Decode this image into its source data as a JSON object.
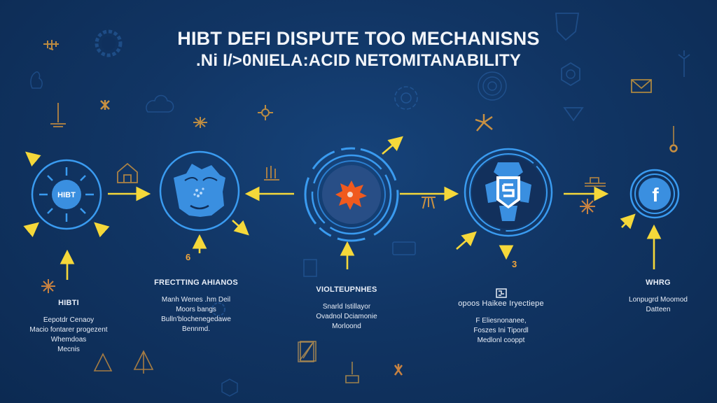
{
  "title": {
    "line1": "HIBT DEFI DISPUTE TOO MECHANISNS",
    "line2": ".Ni I/>0NIELA:ACID NETOMITANABILITY"
  },
  "colors": {
    "background": "#113564",
    "ring_blue": "#3a9bf0",
    "node_fill": "#3a8fe0",
    "arrow_yellow": "#f5d83a",
    "accent_orange": "#f0a53c",
    "alert_orange": "#f05a1e",
    "text": "#e8eef8"
  },
  "nodes": [
    {
      "id": "node-1",
      "icon": "sun-badge-icon",
      "badge_text": "HIBT",
      "heading": "HIBTI",
      "lines": [
        "Eepotdr Cenaoy",
        "Macio fontarer progezent",
        "Whemdoas",
        "Mecnis"
      ]
    },
    {
      "id": "node-2",
      "icon": "shield-face-icon",
      "number": "6",
      "heading": "FRECTTING AHIANOS",
      "lines": [
        "Manh Wenes .hm Deil",
        "Moors bangs",
        "Bulln'blochenegedawe",
        "Bennmd."
      ]
    },
    {
      "id": "node-3",
      "icon": "alert-burst-icon",
      "heading": "VIOLTEUPNHES",
      "lines": [
        "Snarld Istillayor",
        "Ovadnol Dciamonie",
        "Morloond"
      ]
    },
    {
      "id": "node-4",
      "icon": "security-shield-icon",
      "number": "3",
      "heading": "opoos Haikee Iryectiepe",
      "lines": [
        "F Eliesnonanee,",
        "Foszes Ini Tipordl",
        "Medlonl cooppt"
      ]
    },
    {
      "id": "node-5",
      "icon": "facebook-icon",
      "badge_text": "f",
      "heading": "WHRG",
      "lines": [
        "Lonpugrd Moomod",
        "Datteen"
      ]
    }
  ]
}
